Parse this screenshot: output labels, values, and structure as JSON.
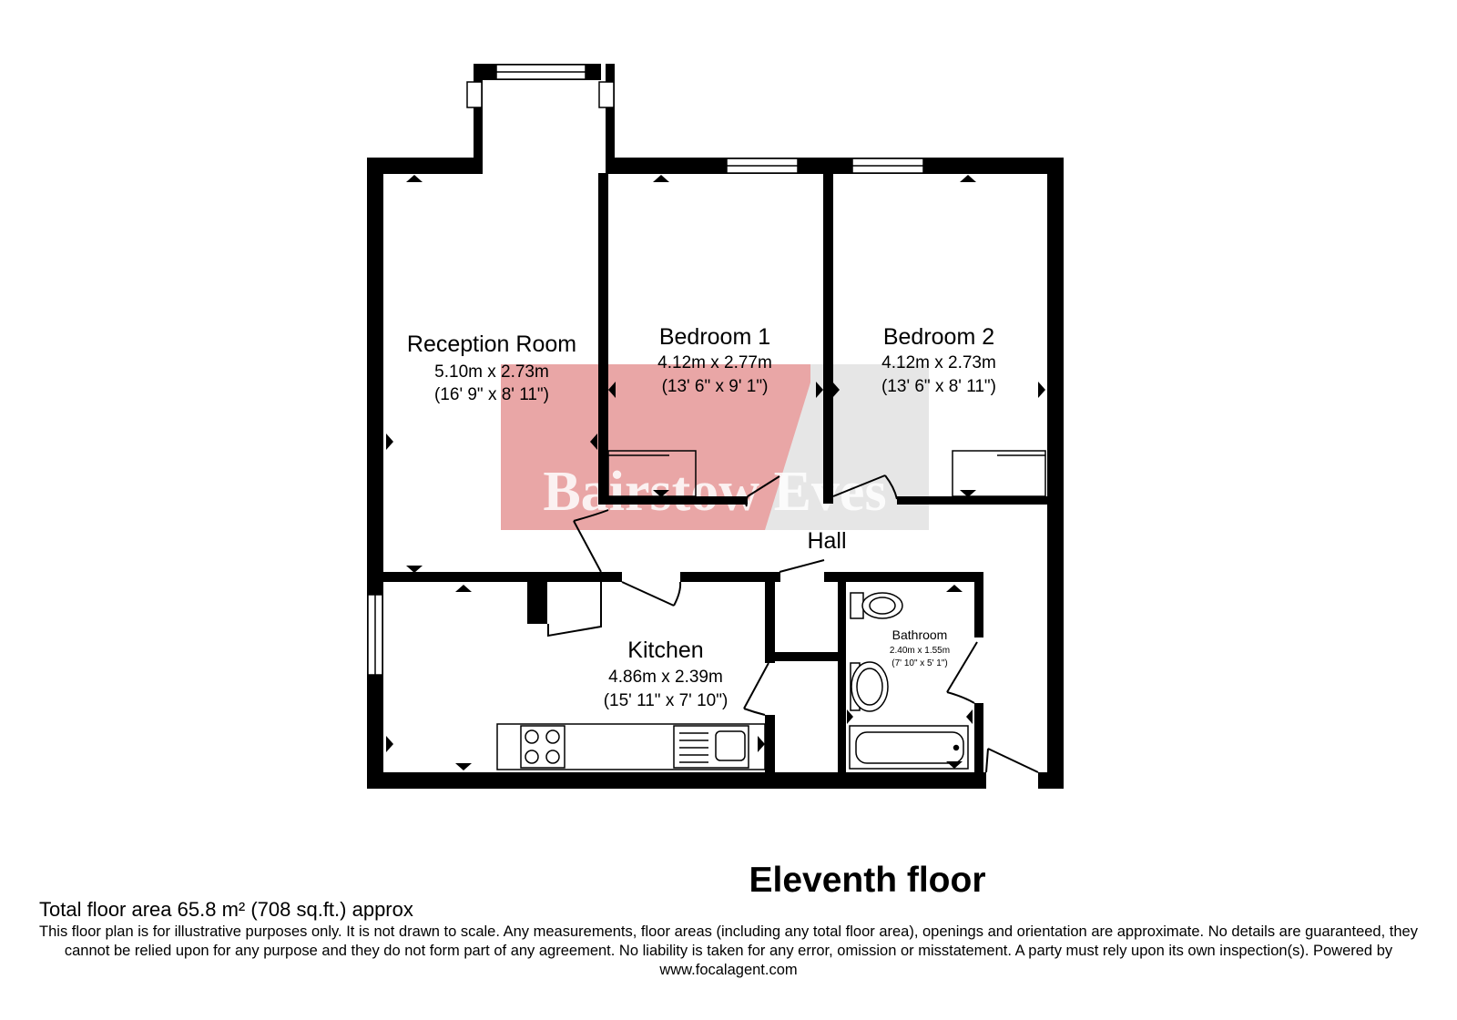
{
  "rooms": {
    "reception": {
      "name": "Reception Room",
      "metric": "5.10m x 2.73m",
      "imperial": "(16' 9\" x 8' 11\")"
    },
    "bedroom1": {
      "name": "Bedroom 1",
      "metric": "4.12m x 2.77m",
      "imperial": "(13' 6\" x 9' 1\")"
    },
    "bedroom2": {
      "name": "Bedroom 2",
      "metric": "4.12m x 2.73m",
      "imperial": "(13' 6\" x 8' 11\")"
    },
    "hall": {
      "name": "Hall"
    },
    "kitchen": {
      "name": "Kitchen",
      "metric": "4.86m x 2.39m",
      "imperial": "(15' 11\" x 7' 10\")"
    },
    "bathroom": {
      "name": "Bathroom",
      "metric": "2.40m x 1.55m",
      "imperial": "(7' 10\" x 5' 1\")"
    }
  },
  "watermark": "Bairstow Eves",
  "floor_name": "Eleventh floor",
  "total_area": "Total floor area 65.8 m² (708 sq.ft.) approx",
  "disclaimer": "This floor plan is for illustrative purposes only. It is not drawn to scale. Any measurements, floor areas (including any total floor area), openings and orientation are approximate. No details are guaranteed, they cannot be relied upon for any purpose and they do not form part of any agreement. No liability is taken for any error, omission or misstatement. A party must rely upon its own inspection(s). Powered by www.focalagent.com",
  "colors": {
    "wall": "#000000",
    "watermark_red": "#e9a6a6",
    "watermark_grey": "#e6e6e6"
  }
}
